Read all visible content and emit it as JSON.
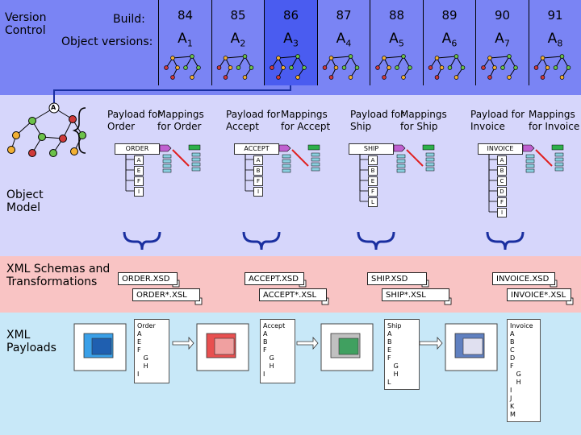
{
  "left_labels": {
    "version_control": "Version Control",
    "object_model": "Object Model",
    "xml_schemas": "XML Schemas and Transformations",
    "xml_payloads": "XML Payloads"
  },
  "build_label": "Build:",
  "object_versions_label": "Object versions:",
  "builds": [
    "84",
    "85",
    "86",
    "87",
    "88",
    "89",
    "90",
    "91"
  ],
  "versions": [
    {
      "base": "A",
      "sub": "1"
    },
    {
      "base": "A",
      "sub": "2"
    },
    {
      "base": "A",
      "sub": "3"
    },
    {
      "base": "A",
      "sub": "4"
    },
    {
      "base": "A",
      "sub": "5"
    },
    {
      "base": "A",
      "sub": "6"
    },
    {
      "base": "A",
      "sub": "7"
    },
    {
      "base": "A",
      "sub": "8"
    }
  ],
  "root_node_label": "A",
  "groups": [
    {
      "payload_hdr": "Payload for Order",
      "mappings_hdr": "Mappings for Order",
      "tree_title": "ORDER",
      "tree_items": [
        "A",
        "E",
        "F",
        "I"
      ],
      "xsd": "ORDER.XSD",
      "xsl": "ORDER*.XSL",
      "payload_lines": "Order\nA\nE\nF\n   G\n   H\nI"
    },
    {
      "payload_hdr": "Payload for Accept",
      "mappings_hdr": "Mappings for Accept",
      "tree_title": "ACCEPT",
      "tree_items": [
        "A",
        "B",
        "F",
        "I"
      ],
      "xsd": "ACCEPT.XSD",
      "xsl": "ACCEPT*.XSL",
      "payload_lines": "Accept\nA\nB\nF\n   G\n   H\nI"
    },
    {
      "payload_hdr": "Payload for Ship",
      "mappings_hdr": "Mappings for Ship",
      "tree_title": "SHIP",
      "tree_items": [
        "A",
        "B",
        "E",
        "F",
        "L"
      ],
      "xsd": "SHIP.XSD",
      "xsl": "SHIP*.XSL",
      "payload_lines": "Ship\nA\nB\nE\nF\n   G\n   H\nL"
    },
    {
      "payload_hdr": "Payload for Invoice",
      "mappings_hdr": "Mappings for Invoice",
      "tree_title": "INVOICE",
      "tree_items": [
        "A",
        "B",
        "C",
        "D",
        "F",
        "I"
      ],
      "xsd": "INVOICE.XSD",
      "xsl": "INVOICE*.XSL",
      "payload_lines": "Invoice\nA\nB\nC\nD\nF\n   G\n   H\nI\nJ\nK\nM"
    }
  ],
  "colors": {
    "vc": "#7a84f4",
    "selected": "#4a5cf0",
    "om": "#d6d6fb",
    "xs": "#f9c4c4",
    "xp": "#c8e8f8",
    "arrow": "#1a2fa0",
    "mapping": "#e02020"
  }
}
